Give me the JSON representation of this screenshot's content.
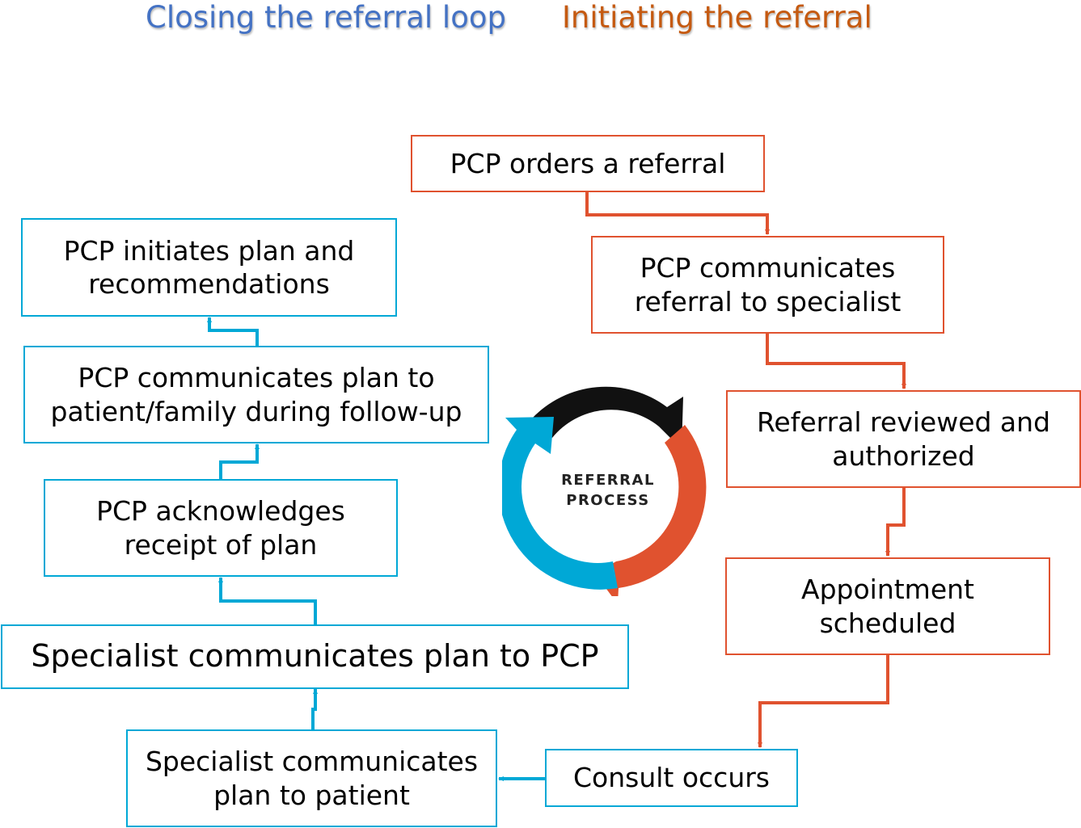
{
  "headings": {
    "closing": "Closing the referral loop",
    "initiating": "Initiating the referral"
  },
  "colors": {
    "closing": "#00a8d6",
    "initiating": "#e0522f",
    "closing_heading": "#4472c4",
    "initiating_heading": "#c55a11",
    "cycle_top": "#111111"
  },
  "initiating_steps": [
    {
      "label": "PCP orders a referral"
    },
    {
      "label": "PCP communicates\nreferral to specialist"
    },
    {
      "label": "Referral reviewed and\nauthorized"
    },
    {
      "label": "Appointment\nscheduled"
    },
    {
      "label": "Consult occurs"
    }
  ],
  "closing_steps": [
    {
      "label": "Specialist communicates\nplan to patient"
    },
    {
      "label": "Specialist communicates plan to PCP"
    },
    {
      "label": "PCP acknowledges\nreceipt of plan"
    },
    {
      "label": "PCP communicates plan to\npatient/family during follow-up"
    },
    {
      "label": "PCP initiates plan and\nrecommendations"
    }
  ],
  "center": {
    "label": "REFERRAL\nPROCESS",
    "icon": "circular-arrows-icon"
  }
}
